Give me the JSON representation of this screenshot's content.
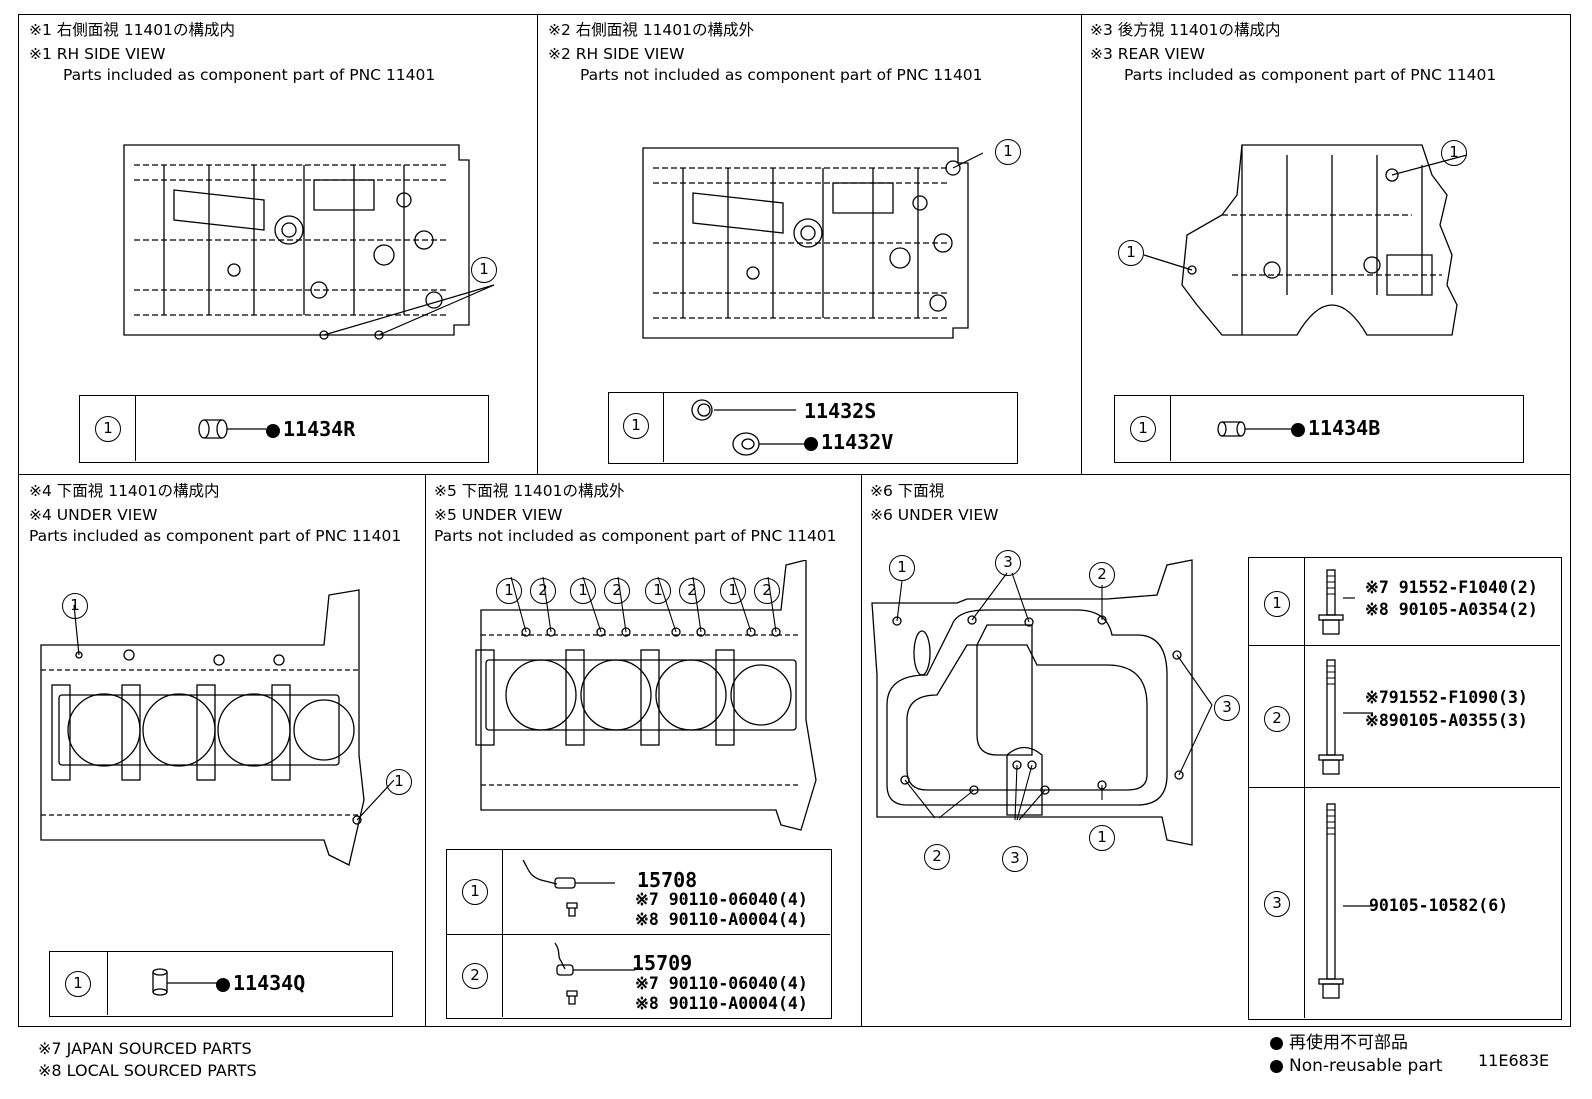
{
  "panels": {
    "p1": {
      "title": "※1 右側面視 11401の構成内",
      "subtitle": "※1 RH SIDE VIEW",
      "desc": "Parts included as component part of PNC 11401",
      "callout": "1",
      "table": {
        "ref": "1",
        "part": "11434R"
      }
    },
    "p2": {
      "title": "※2 右側面視 11401の構成外",
      "subtitle": "※2 RH SIDE VIEW",
      "desc": "Parts not included as component part of PNC 11401",
      "callout": "1",
      "table": {
        "ref": "1",
        "part_a": "11432S",
        "part_b": "11432V"
      }
    },
    "p3": {
      "title": "※3 後方視 11401の構成内",
      "subtitle": "※3 REAR VIEW",
      "desc": "Parts included as component part of PNC 11401",
      "callout": "1",
      "table": {
        "ref": "1",
        "part": "11434B"
      }
    },
    "p4": {
      "title": "※4 下面視 11401の構成内",
      "subtitle": "※4 UNDER VIEW",
      "desc": "Parts included as component part of PNC 11401",
      "callout": "1",
      "table": {
        "ref": "1",
        "part": "11434Q"
      }
    },
    "p5": {
      "title": "※5 下面視 11401の構成外",
      "subtitle": "※5 UNDER VIEW",
      "desc": "Parts not included as component part of PNC 11401",
      "callout_1": "1",
      "callout_2": "2",
      "table": [
        {
          "ref": "1",
          "part": "15708",
          "line7": "※7  90110-06040(4)",
          "line8": "※8  90110-A0004(4)"
        },
        {
          "ref": "2",
          "part": "15709",
          "line7": "※7  90110-06040(4)",
          "line8": "※8  90110-A0004(4)"
        }
      ]
    },
    "p6": {
      "title": "※6 下面視",
      "subtitle": "※6 UNDER VIEW",
      "callout_1": "1",
      "callout_2": "2",
      "callout_3": "3",
      "table": [
        {
          "ref": "1",
          "line7": "※7 91552-F1040(2)",
          "line8": "※8 90105-A0354(2)"
        },
        {
          "ref": "2",
          "line7": "※791552-F1090(3)",
          "line8": "※890105-A0355(3)"
        },
        {
          "ref": "3",
          "line": "90105-10582(6)"
        }
      ]
    }
  },
  "notes": {
    "n7": "※7 JAPAN SOURCED PARTS",
    "n8": "※8 LOCAL SOURCED PARTS"
  },
  "legend": {
    "jp": "再使用不可部品",
    "en": "Non-reusable part"
  },
  "figure_id": "11E683E"
}
